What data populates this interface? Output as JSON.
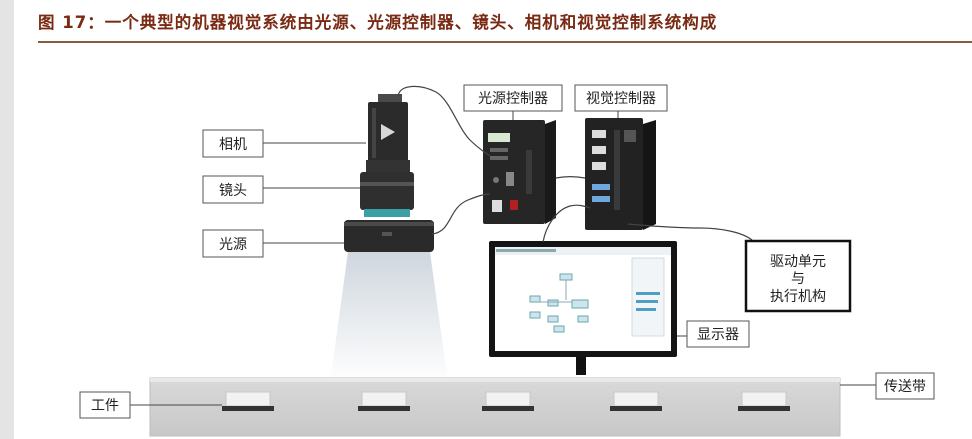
{
  "figure": {
    "caption": "图 17：一个典型的机器视觉系统由光源、光源控制器、镜头、相机和视觉控制系统构成",
    "labels": {
      "camera": "相机",
      "lens": "镜头",
      "light": "光源",
      "light_controller": "光源控制器",
      "vision_controller": "视觉控制器",
      "drive_unit": [
        "驱动单元",
        "与",
        "执行机构"
      ],
      "display": "显示器",
      "workpiece": "工件",
      "conveyor": "传送带"
    }
  }
}
